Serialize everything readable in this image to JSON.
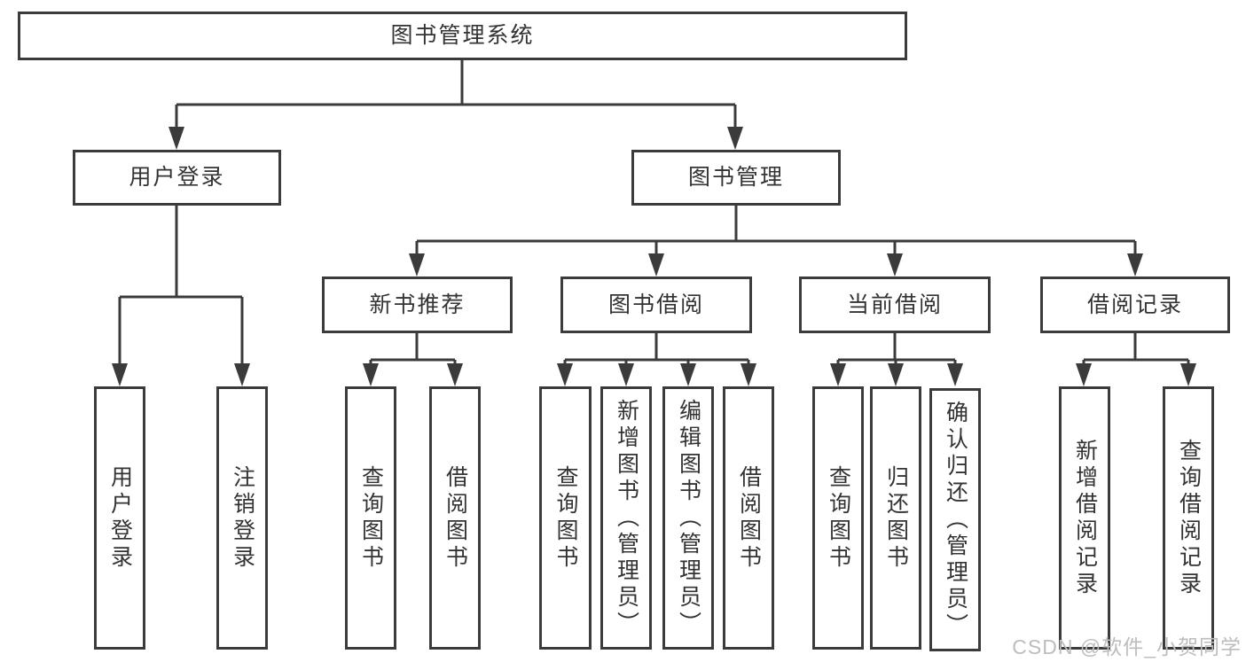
{
  "diagram": {
    "root": {
      "label": "图书管理系统"
    },
    "level2": [
      {
        "label": "用户登录"
      },
      {
        "label": "图书管理"
      }
    ],
    "level3": [
      {
        "label": "新书推荐"
      },
      {
        "label": "图书借阅"
      },
      {
        "label": "当前借阅"
      },
      {
        "label": "借阅记录"
      }
    ],
    "leaves": [
      {
        "label": "用户登录"
      },
      {
        "label": "注销登录"
      },
      {
        "label": "查询图书"
      },
      {
        "label": "借阅图书"
      },
      {
        "label": "查询图书"
      },
      {
        "label": "新增图书（管理员）"
      },
      {
        "label": "编辑图书（管理员）"
      },
      {
        "label": "借阅图书"
      },
      {
        "label": "查询图书"
      },
      {
        "label": "归还图书"
      },
      {
        "label": "确认归还（管理员）"
      },
      {
        "label": "新增借阅记录"
      },
      {
        "label": "查询借阅记录"
      }
    ],
    "watermark": {
      "label": "CSDN @软件_小贺同学"
    },
    "colors": {
      "line": "#3b3b3b",
      "text": "#333333",
      "watermark": "#bdbdbd",
      "background": "#ffffff"
    }
  }
}
